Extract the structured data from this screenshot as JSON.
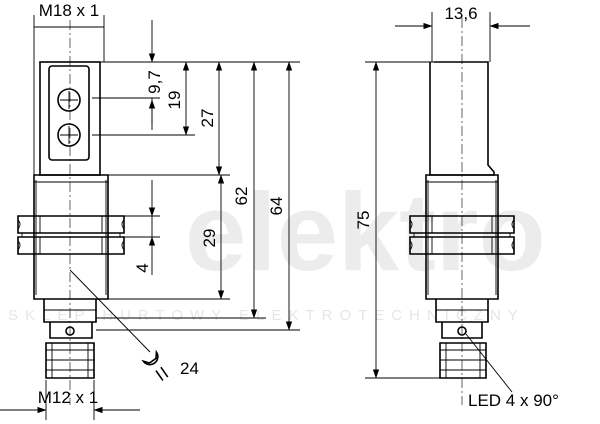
{
  "watermark": {
    "main": "elektro",
    "sub": "SKLEP HURTOWY ELEKTROTECHNICZNY"
  },
  "dimensions": {
    "top_width": "M18 x 1",
    "bottom_width": "M12 x 1",
    "front_width": "13,6",
    "led_pitch": "9,7",
    "led_span": "19",
    "lens_len": "27",
    "thread_len": "62",
    "housing_len": "64",
    "total_len": "75",
    "nut_gap": "29",
    "nut_thk": "4",
    "wrench": "24",
    "led_note": "LED 4 x 90°"
  }
}
